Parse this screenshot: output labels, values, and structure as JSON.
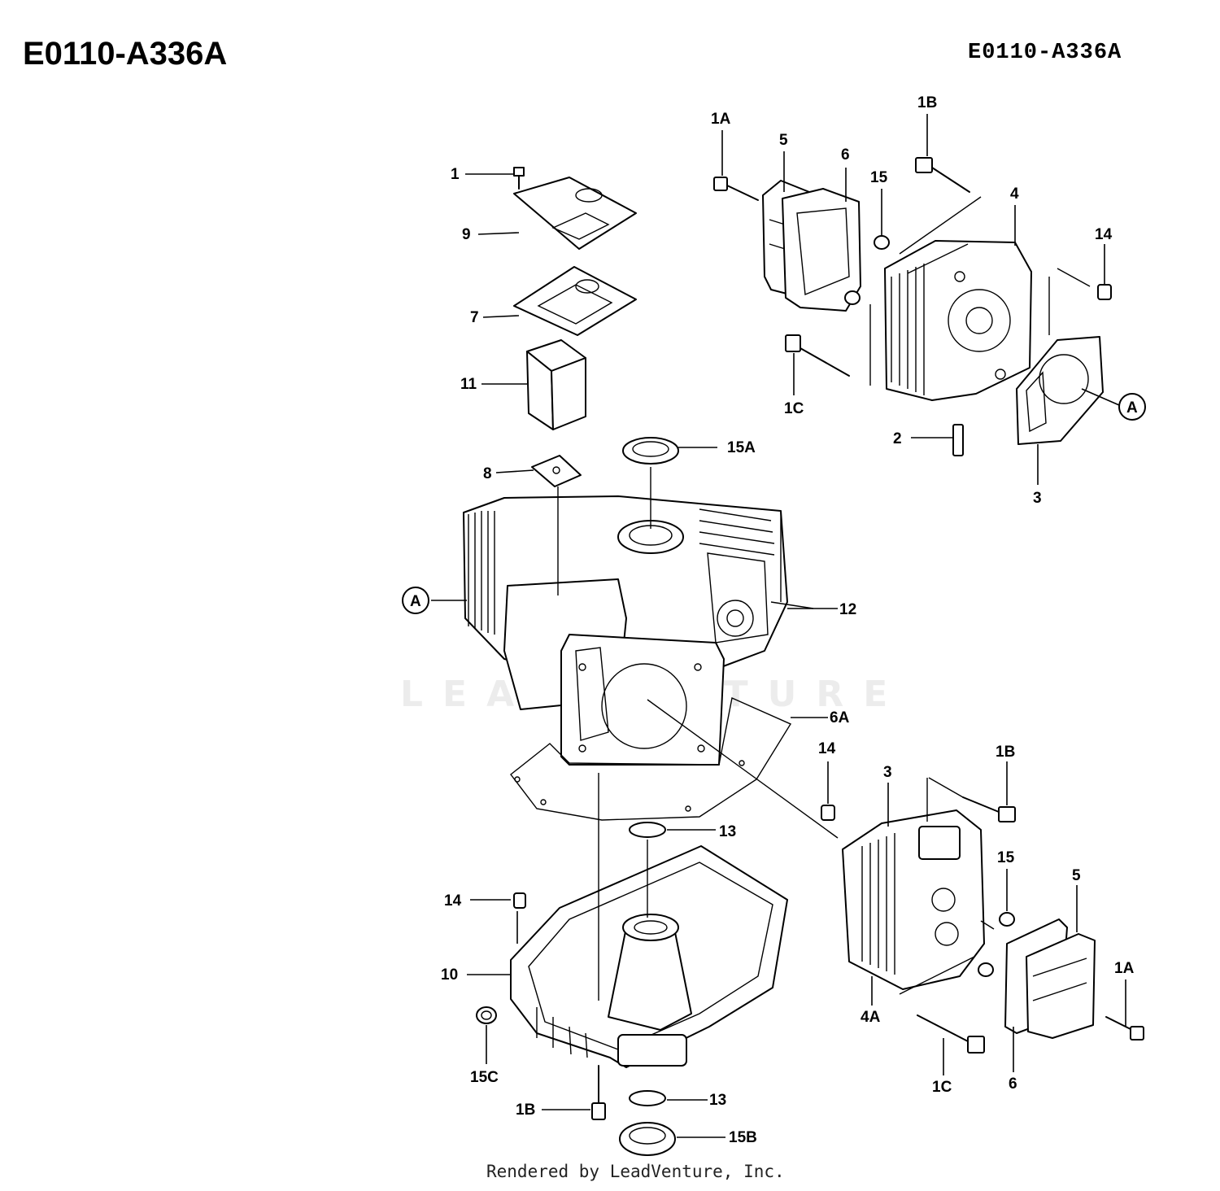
{
  "page": {
    "title": "E0110-A336A",
    "diagram_code": "E0110-A336A",
    "watermark": "LEADVENTURE",
    "footer": "Rendered by LeadVenture, Inc."
  },
  "callouts": [
    {
      "id": "c-1",
      "label": "1"
    },
    {
      "id": "c-9",
      "label": "9"
    },
    {
      "id": "c-7",
      "label": "7"
    },
    {
      "id": "c-11",
      "label": "11"
    },
    {
      "id": "c-8",
      "label": "8"
    },
    {
      "id": "c-15A",
      "label": "15A"
    },
    {
      "id": "c-A-left",
      "label": "A"
    },
    {
      "id": "c-12",
      "label": "12"
    },
    {
      "id": "c-6A",
      "label": "6A"
    },
    {
      "id": "c-13-top",
      "label": "13"
    },
    {
      "id": "c-14-left",
      "label": "14"
    },
    {
      "id": "c-10",
      "label": "10"
    },
    {
      "id": "c-15C",
      "label": "15C"
    },
    {
      "id": "c-1B-bottom",
      "label": "1B"
    },
    {
      "id": "c-13-bottom",
      "label": "13"
    },
    {
      "id": "c-15B",
      "label": "15B"
    },
    {
      "id": "c-1A-top",
      "label": "1A"
    },
    {
      "id": "c-5-top",
      "label": "5"
    },
    {
      "id": "c-6-top",
      "label": "6"
    },
    {
      "id": "c-1B-top",
      "label": "1B"
    },
    {
      "id": "c-15-top",
      "label": "15"
    },
    {
      "id": "c-4",
      "label": "4"
    },
    {
      "id": "c-14-top",
      "label": "14"
    },
    {
      "id": "c-1C-top",
      "label": "1C"
    },
    {
      "id": "c-2",
      "label": "2"
    },
    {
      "id": "c-A-right",
      "label": "A"
    },
    {
      "id": "c-3-top",
      "label": "3"
    },
    {
      "id": "c-14-mid",
      "label": "14"
    },
    {
      "id": "c-3-mid",
      "label": "3"
    },
    {
      "id": "c-1B-mid",
      "label": "1B"
    },
    {
      "id": "c-15-mid",
      "label": "15"
    },
    {
      "id": "c-5-bottom",
      "label": "5"
    },
    {
      "id": "c-1A-bottom",
      "label": "1A"
    },
    {
      "id": "c-4A",
      "label": "4A"
    },
    {
      "id": "c-1C-bottom",
      "label": "1C"
    },
    {
      "id": "c-6-bottom",
      "label": "6"
    }
  ]
}
